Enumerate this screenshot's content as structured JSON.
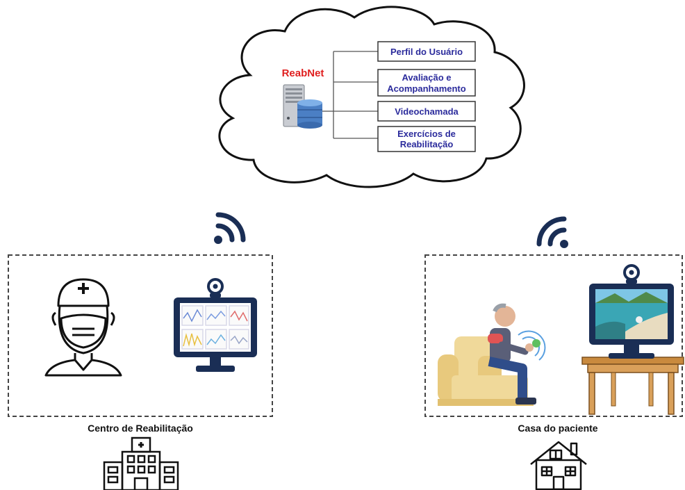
{
  "server": {
    "title": "ReabNet",
    "title_color": "#e02020"
  },
  "modules": [
    {
      "lines": [
        "Perfil do Usuário"
      ]
    },
    {
      "lines": [
        "Avaliação e",
        "Acompanhamento"
      ]
    },
    {
      "lines": [
        "Videochamada"
      ]
    },
    {
      "lines": [
        "Exercícios de",
        "Reabilitação"
      ]
    }
  ],
  "locations": {
    "left_label": "Centro de Reabilitação",
    "right_label": "Casa do paciente"
  },
  "colors": {
    "module_text": "#2b2b9c",
    "module_border": "#333333",
    "navy": "#1a2e55",
    "dashed_border": "#444444",
    "icons": [
      "server-icon",
      "database-icon",
      "wifi-icon",
      "doctor-icon",
      "monitor-icon",
      "webcam-icon",
      "hospital-icon",
      "house-icon",
      "armchair-icon",
      "patient-icon",
      "table-icon"
    ]
  }
}
